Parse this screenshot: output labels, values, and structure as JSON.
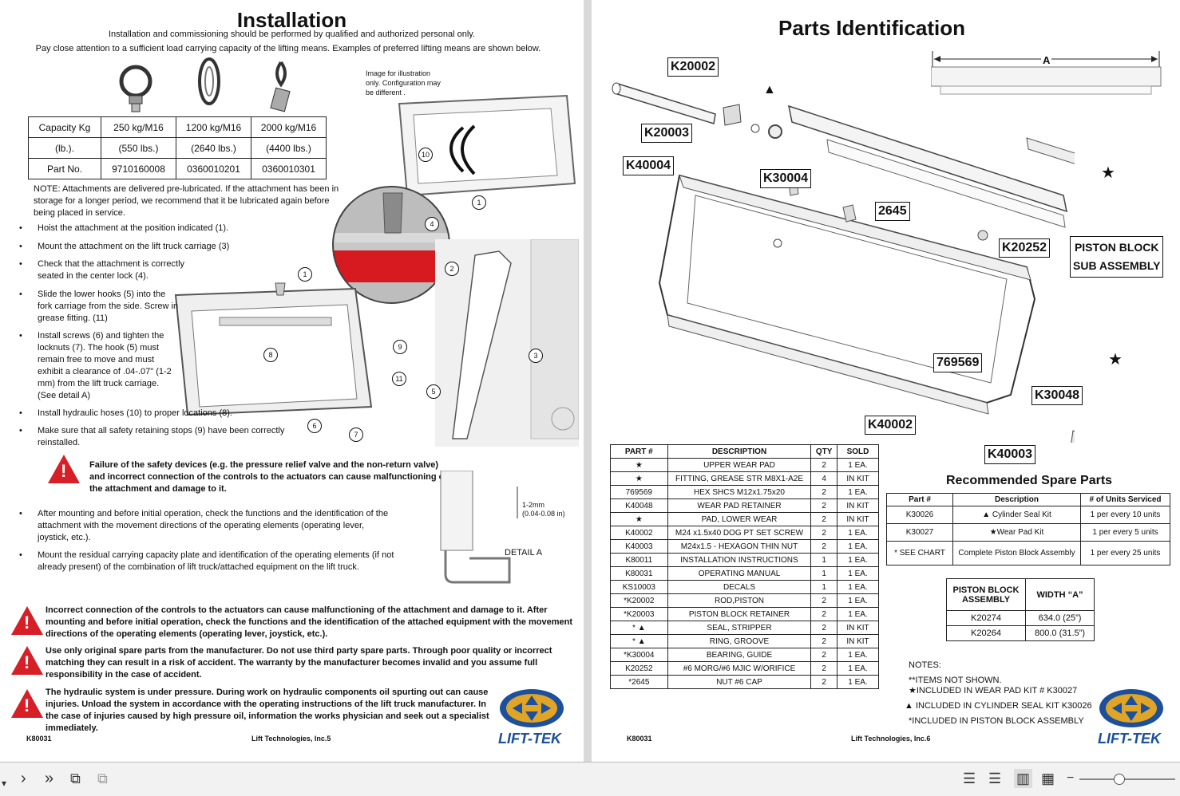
{
  "left_page": {
    "title": "Installation",
    "intro1": "Installation and commissioning should be performed by qualified and authorized personal only.",
    "intro2": "Pay close attention to a sufficient load carrying capacity of the lifting means. Examples of preferred lifting means are shown below.",
    "image_note": "Image for illustration only. Configuration may be different .",
    "capacity_table": {
      "rows": [
        [
          "Capacity Kg",
          "250 kg/M16",
          "1200 kg/M16",
          "2000 kg/M16"
        ],
        [
          "(lb.).",
          "(550 lbs.)",
          "(2640 lbs.)",
          "(4400 lbs.)"
        ],
        [
          "Part No.",
          "9710160008",
          "0360010201",
          "0360010301"
        ]
      ]
    },
    "note": "NOTE: Attachments are delivered pre-lubricated. If the attachment has been in storage for a longer period, we recommend that it be lubricated again before being placed in service.",
    "bullets": [
      "Hoist the attachment at the position indicated (1).",
      "Mount the attachment on the lift truck carriage (3)",
      "Check that the attachment is correctly seated in the center lock (4).",
      "Slide the lower hooks (5) into the fork carriage from the side. Screw in grease fitting. (11)",
      "Install screws (6) and tighten the locknuts (7). The hook (5) must remain free to move and must exhibit a clearance of .04-.07\" (1-2 mm) from the lift truck carriage. (See detail A)",
      "Install hydraulic hoses (10) to proper locations (8).",
      "Make sure that all safety retaining stops (9) have been correctly reinstalled."
    ],
    "warning1": "Failure of the safety devices (e.g. the pressure relief valve and the non-return valve) and incorrect connection of the controls to the actuators can cause malfunctioning of the attachment and damage to it.",
    "bullets2": [
      "After mounting and before initial operation, check the functions and the identification of the attachment with the movement directions of the operating elements (operating lever, joystick, etc.).",
      "Mount the residual carrying capacity plate and identification of the operating elements (if not already present) of the combination of lift truck/attached equipment on the lift truck."
    ],
    "clearance_label": "1-2mm",
    "clearance_label2": "(0.04-0.08 in)",
    "detail_label": "DETAIL A",
    "warning2": "Incorrect connection of the controls to the actuators can cause malfunctioning of the attachment and damage to it. After mounting and before initial operation, check the functions and the identification of the attached equipment with the movement directions of the operating elements (operating lever, joystick, etc.).",
    "warning3": "Use only original spare parts from the manufacturer. Do not use third party spare parts. Through poor quality or incorrect matching they can result in a risk of accident. The warranty by the manufacturer becomes invalid and you assume full responsibility in the case of accident.",
    "warning4": "The hydraulic system is under pressure. During work on hydraulic components oil spurting out can cause injuries. Unload the system in accordance with the operating instructions of the lift truck manufacturer. In the case of injuries caused by high pressure oil, information the works physician and seek out a specialist immediately.",
    "footer_left": "K80031",
    "footer_center": "Lift Technologies, Inc.5",
    "logo_text": "LIFT-TEK",
    "callout_numbers": [
      "1",
      "2",
      "3",
      "4",
      "5",
      "6",
      "7",
      "8",
      "9",
      "10",
      "11"
    ]
  },
  "right_page": {
    "title": "Parts Identification",
    "dimension_label": "A",
    "callouts": [
      "K20002",
      "K20003",
      "K40004",
      "K30004",
      "2645",
      "K20252",
      "769569",
      "K30048",
      "K40002",
      "K40003"
    ],
    "piston_block_label_1": "PISTON BLOCK",
    "piston_block_label_2": "SUB ASSEMBLY",
    "parts_table": {
      "headers": [
        "PART #",
        "DESCRIPTION",
        "QTY",
        "SOLD"
      ],
      "rows": [
        [
          "★",
          "UPPER WEAR PAD",
          "2",
          "1 EA."
        ],
        [
          "★",
          "FITTING, GREASE STR M8X1-A2E",
          "4",
          "IN KIT"
        ],
        [
          "769569",
          "HEX SHCS M12x1.75x20",
          "2",
          "1 EA."
        ],
        [
          "K40048",
          "WEAR PAD RETAINER",
          "2",
          "IN KIT"
        ],
        [
          "★",
          "PAD, LOWER WEAR",
          "2",
          "IN KIT"
        ],
        [
          "K40002",
          "M24 x1.5x40 DOG PT SET SCREW",
          "2",
          "1 EA."
        ],
        [
          "K40003",
          "M24x1.5 - HEXAGON THIN NUT",
          "2",
          "1 EA."
        ],
        [
          "K80011",
          "INSTALLATION INSTRUCTIONS",
          "1",
          "1 EA."
        ],
        [
          "K80031",
          "OPERATING MANUAL",
          "1",
          "1 EA."
        ],
        [
          "KS10003",
          "DECALS",
          "1",
          "1 EA."
        ],
        [
          "*K20002",
          "ROD,PISTON",
          "2",
          "1 EA."
        ],
        [
          "*K20003",
          "PISTON BLOCK RETAINER",
          "2",
          "1 EA."
        ],
        [
          "* ▲",
          "SEAL, STRIPPER",
          "2",
          "IN KIT"
        ],
        [
          "* ▲",
          "RING, GROOVE",
          "2",
          "IN KIT"
        ],
        [
          "*K30004",
          "BEARING, GUIDE",
          "2",
          "1 EA."
        ],
        [
          "K20252",
          "#6 MORG/#6 MJIC W/ORIFICE",
          "2",
          "1 EA."
        ],
        [
          "*2645",
          "NUT #6 CAP",
          "2",
          "1 EA."
        ]
      ]
    },
    "spare_title": "Recommended Spare Parts",
    "spare_table": {
      "headers": [
        "Part #",
        "Description",
        "# of Units Serviced"
      ],
      "rows": [
        [
          "K30026",
          "▲ Cylinder Seal Kit",
          "1 per every 10 units"
        ],
        [
          "K30027",
          "★Wear Pad Kit",
          "1 per every 5 units"
        ],
        [
          "* SEE CHART",
          "Complete Piston Block Assembly",
          "1 per every 25 units"
        ]
      ]
    },
    "piston_table": {
      "headers": [
        "PISTON BLOCK ASSEMBLY",
        "WIDTH “A”"
      ],
      "rows": [
        [
          "K20274",
          "634.0 (25”)"
        ],
        [
          "K20264",
          "800.0 (31.5”)"
        ]
      ]
    },
    "notes_title": "NOTES:",
    "notes": [
      "**ITEMS NOT SHOWN.",
      "★INCLUDED IN WEAR PAD KIT # K30027",
      "▲ INCLUDED IN CYLINDER SEAL KIT K30026",
      "*INCLUDED IN PISTON BLOCK ASSEMBLY"
    ],
    "footer_left": "K80031",
    "footer_center": "Lift Technologies, Inc.6",
    "logo_text": "LIFT-TEK"
  },
  "colors": {
    "warning": "#d61f26",
    "logo_blue": "#1c4f9c",
    "logo_gold": "#e0a526"
  }
}
